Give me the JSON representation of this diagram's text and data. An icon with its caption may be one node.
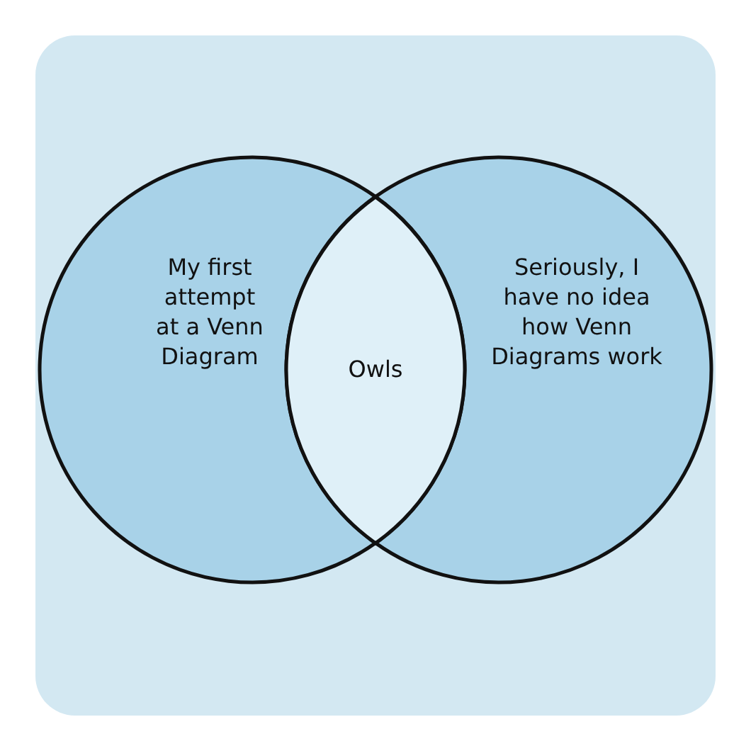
{
  "diagram": {
    "nodes": [
      {
        "text": [
          "My first attempt at a Venn Diagram"
        ]
      },
      {
        "text": [
          "Seriously, I have no idea how Venn Diagrams work"
        ]
      },
      {
        "text": [
          "Owls"
        ]
      }
    ],
    "edges": []
  }
}
